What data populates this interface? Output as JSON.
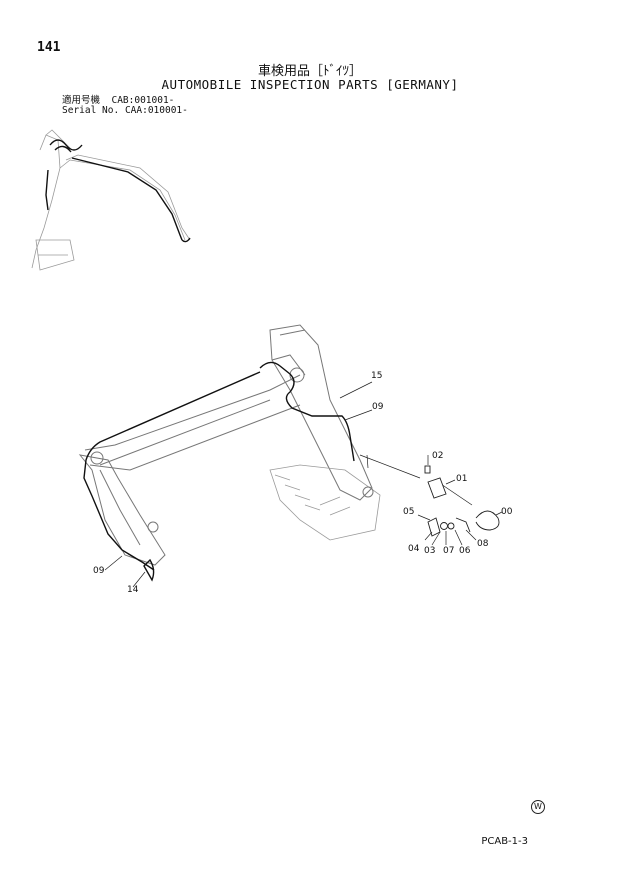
{
  "header": {
    "page_number": "141",
    "title_jp": "車検用品［ﾄﾞｲﾂ］",
    "title_en": "AUTOMOBILE INSPECTION PARTS [GERMANY]"
  },
  "applicability": {
    "row1_label": "適用号機",
    "row1_value": "CAB:001001-",
    "row2_label": "Serial No.",
    "row2_value": "CAA:010001-"
  },
  "callouts": [
    "15",
    "09",
    "02",
    "01",
    "05",
    "00",
    "04",
    "03",
    "07",
    "06",
    "08",
    "09",
    "14"
  ],
  "footer": {
    "mark": "W",
    "code": "PCAB-1-3"
  }
}
